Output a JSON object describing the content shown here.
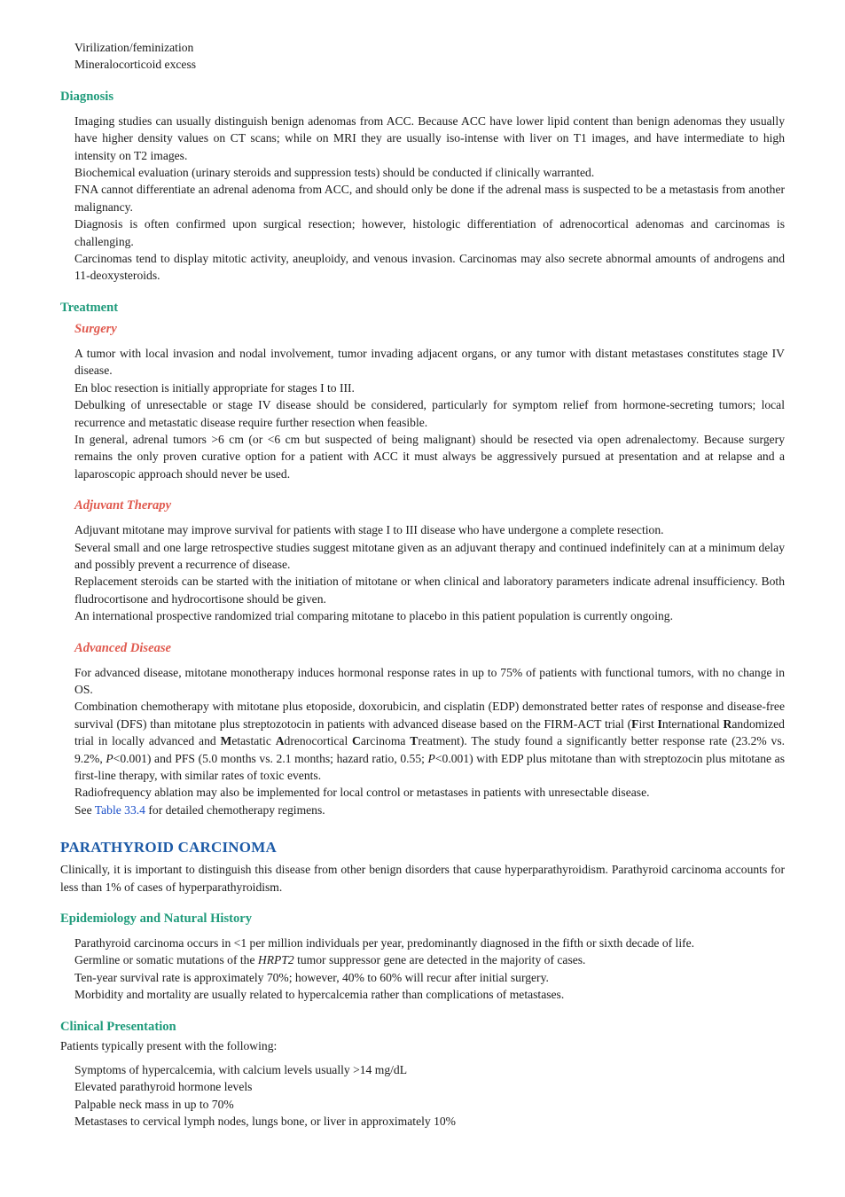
{
  "top_list": [
    "Virilization/feminization",
    "Mineralocorticoid excess"
  ],
  "diagnosis": {
    "heading": "Diagnosis",
    "items": [
      "Imaging studies can usually distinguish benign adenomas from ACC. Because ACC have lower lipid content than benign adenomas they usually have higher density values on CT scans; while on MRI they are usually iso-intense with liver on T1 images, and have intermediate to high intensity on T2 images.",
      "Biochemical evaluation (urinary steroids and suppression tests) should be conducted if clinically warranted.",
      "FNA cannot differentiate an adrenal adenoma from ACC, and should only be done if the adrenal mass is suspected to be a metastasis from another malignancy.",
      "Diagnosis is often confirmed upon surgical resection; however, histologic differentiation of adrenocortical adenomas and carcinomas is challenging.",
      "Carcinomas tend to display mitotic activity, aneuploidy, and venous invasion. Carcinomas may also secrete abnormal amounts of androgens and 11-deoxysteroids."
    ]
  },
  "treatment": {
    "heading": "Treatment",
    "surgery": {
      "heading": "Surgery",
      "items": [
        "A tumor with local invasion and nodal involvement, tumor invading adjacent organs, or any tumor with distant metastases constitutes stage IV disease.",
        "En bloc resection is initially appropriate for stages I to III.",
        "Debulking of unresectable or stage IV disease should be considered, particularly for symptom relief from hormone-secreting tumors; local recurrence and metastatic disease require further resection when feasible.",
        "In general, adrenal tumors >6 cm (or <6 cm but suspected of being malignant) should be resected via open adrenalectomy. Because surgery remains the only proven curative option for a patient with ACC it must always be aggressively pursued at presentation and at relapse and a laparoscopic approach should never be used."
      ]
    },
    "adjuvant": {
      "heading": "Adjuvant Therapy",
      "items": [
        "Adjuvant mitotane may improve survival for patients with stage I to III disease who have undergone a complete resection.",
        "Several small and one large retrospective studies suggest mitotane given as an adjuvant therapy and continued indefinitely can at a minimum delay and possibly prevent a recurrence of disease.",
        "Replacement steroids can be started with the initiation of mitotane or when clinical and laboratory parameters indicate adrenal insufficiency. Both fludrocortisone and hydrocortisone should be given.",
        "An international prospective randomized trial comparing mitotane to placebo in this patient population is currently ongoing."
      ]
    },
    "advanced": {
      "heading": "Advanced Disease",
      "item1": "For advanced disease, mitotane monotherapy induces hormonal response rates in up to 75% of patients with functional tumors, with no change in OS.",
      "item2": {
        "a": "Combination chemotherapy with mitotane plus etoposide, doxorubicin, and cisplatin (EDP) demonstrated better rates of response and disease-free survival (DFS) than mitotane plus streptozotocin in patients with advanced disease based on the FIRM-ACT trial (",
        "b1": "F",
        "c1": "irst ",
        "b2": "I",
        "c2": "nternational ",
        "b3": "R",
        "c3": "andomized trial in locally advanced and ",
        "b4": "M",
        "c4": "etastatic ",
        "b5": "A",
        "c5": "drenocortical ",
        "b6": "C",
        "c6": "arcinoma ",
        "b7": "T",
        "c7": "reatment). The study found a significantly better response rate (23.2% vs. 9.2%, ",
        "p1": "P",
        "d": "<0.001) and PFS (5.0 months vs. 2.1 months; hazard ratio, 0.55; ",
        "p2": "P",
        "e": "<0.001) with EDP plus mitotane than with streptozocin plus mitotane as first-line therapy, with similar rates of toxic events."
      },
      "item3": "Radiofrequency ablation may also be implemented for local control or metastases in patients with unresectable disease.",
      "item4": {
        "pre": "See ",
        "link": "Table 33.4",
        "post": " for detailed chemotherapy regimens."
      }
    }
  },
  "parathyroid": {
    "heading": "PARATHYROID CARCINOMA",
    "intro": "Clinically, it is important to distinguish this disease from other benign disorders that cause hyperparathyroidism. Parathyroid carcinoma accounts for less than 1% of cases of hyperparathyroidism.",
    "epidemiology": {
      "heading": "Epidemiology and Natural History",
      "item1": "Parathyroid carcinoma occurs in <1 per million individuals per year, predominantly diagnosed in the fifth or sixth decade of life.",
      "item2": {
        "pre": "Germline or somatic mutations of the ",
        "gene": "HRPT2",
        "post": " tumor suppressor gene are detected in the majority of cases."
      },
      "item3": "Ten-year survival rate is approximately 70%; however, 40% to 60% will recur after initial surgery.",
      "item4": "Morbidity and mortality are usually related to hypercalcemia rather than complications of metastases."
    },
    "clinical": {
      "heading": "Clinical Presentation",
      "intro": "Patients typically present with the following:",
      "items": [
        "Symptoms of hypercalcemia, with calcium levels usually >14 mg/dL",
        "Elevated parathyroid hormone levels",
        "Palpable neck mass in up to 70%",
        "Metastases to cervical lymph nodes, lungs bone, or liver in approximately 10%"
      ]
    }
  }
}
